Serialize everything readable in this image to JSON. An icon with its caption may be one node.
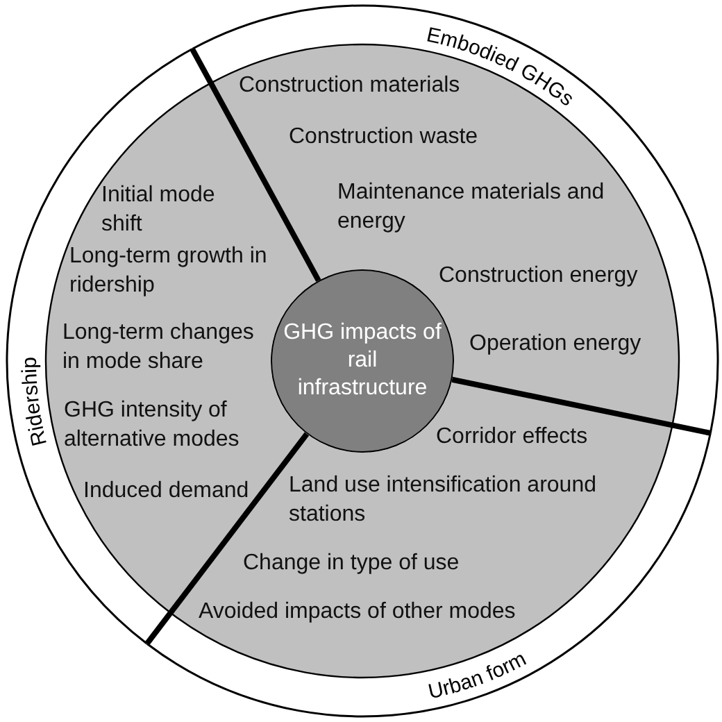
{
  "diagram": {
    "nodes": [
      {
        "text": [
          "Embodied GHGs",
          "Construction materials",
          "Construction waste",
          "Maintenance materials and energy",
          "Construction energy",
          "Operation energy"
        ]
      },
      {
        "text": [
          "Ridership",
          "Initial mode shift",
          "Long-term growth in ridership",
          "Long-term changes in mode share",
          "GHG intensity of alternative modes",
          "Induced demand"
        ]
      },
      {
        "text": [
          "Corridor effects",
          "Land use intensification around stations",
          "Change in type of use",
          "Avoided impacts of other modes",
          "Urban form"
        ]
      },
      {
        "text": [
          "GHG impacts of rail infrastructure"
        ]
      }
    ]
  }
}
